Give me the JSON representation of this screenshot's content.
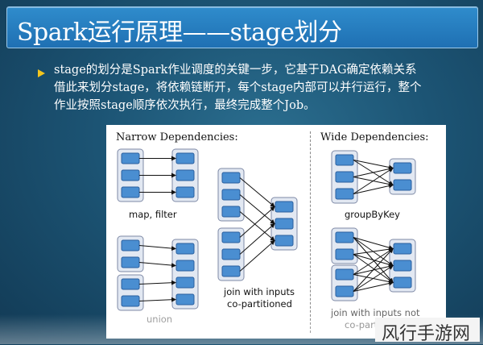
{
  "slide": {
    "title": "Spark运行原理——stage划分",
    "bullet_lines": [
      "stage的划分是Spark作业调度的关键一步，它基于DAG确定依赖关系",
      "借此来划分stage，将依赖链断开，每个stage内部可以并行运行，整个",
      "作业按照stage顺序依次执行，最终完成整个Job。"
    ]
  },
  "diagram": {
    "narrow_heading": "Narrow Dependencies:",
    "wide_heading": "Wide Dependencies:",
    "labels": {
      "map_filter": "map, filter",
      "union": "union",
      "join_copart_1": "join with inputs",
      "join_copart_2": "co-partitioned",
      "group_by_key": "groupByKey",
      "join_not_1": "join with inputs not",
      "join_not_2": "co-partitio..."
    },
    "colors": {
      "partition_fill": "#4a8ed1",
      "partition_border": "#2a5f9e",
      "group_fill": "#e2e8f2",
      "group_border": "#7f8aa6"
    }
  },
  "watermark": "风行手游网",
  "theme": {
    "accent": "#f3c51e",
    "title_bar": "#2a80c2"
  }
}
